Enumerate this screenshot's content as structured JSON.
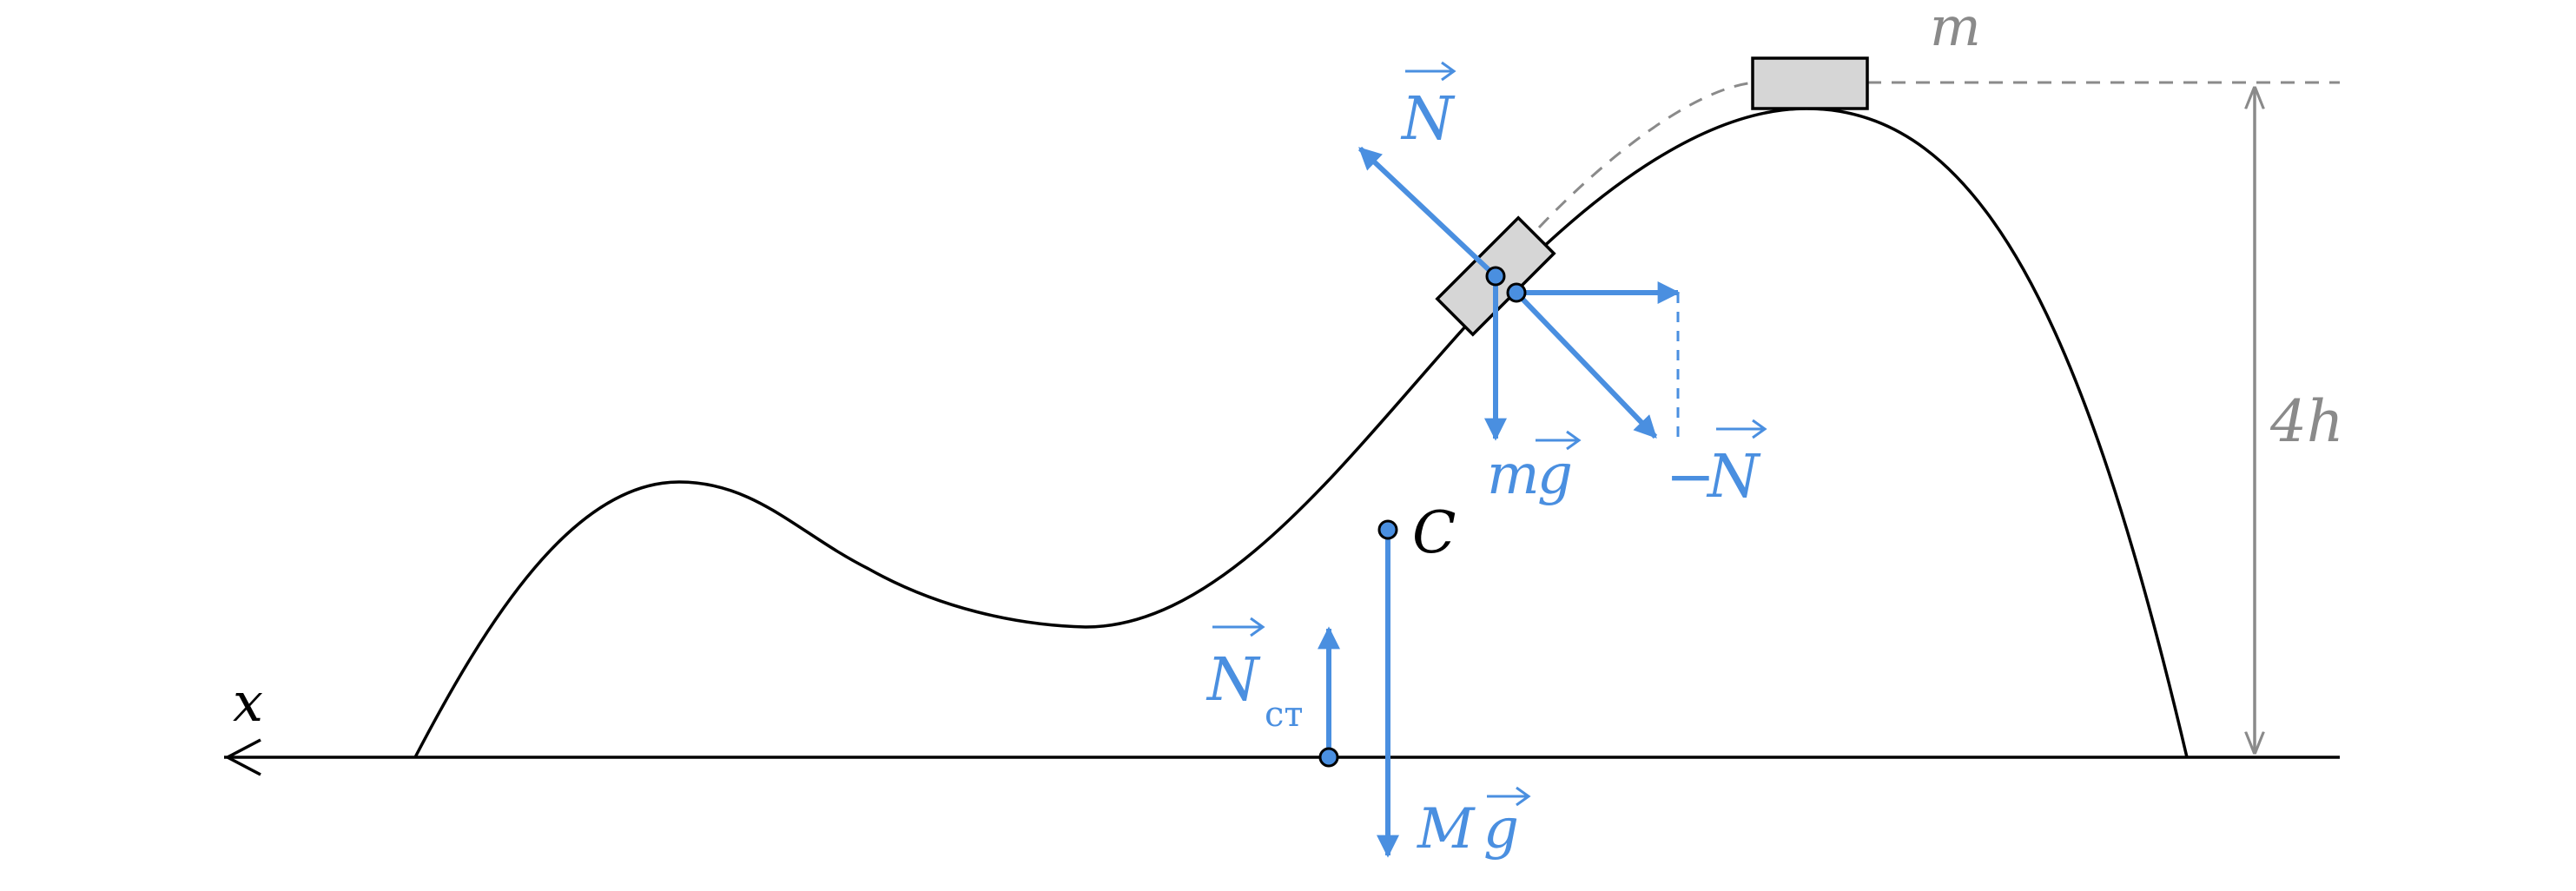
{
  "labels": {
    "x_axis": "x",
    "mass_small": "m",
    "height": "4h",
    "normal": "N",
    "neg_normal_sign": "−",
    "neg_normal": "N",
    "small_gravity_m": "m",
    "small_gravity_g": "g",
    "center_mass": "C",
    "wall_normal": "N",
    "wall_normal_sub": "ст",
    "big_gravity_M": "M",
    "big_gravity_g": "g"
  },
  "colors": {
    "force": "#4a8fe0",
    "dimension": "#8a8a8a",
    "block_fill": "#d6d6d6",
    "line": "#000000"
  }
}
